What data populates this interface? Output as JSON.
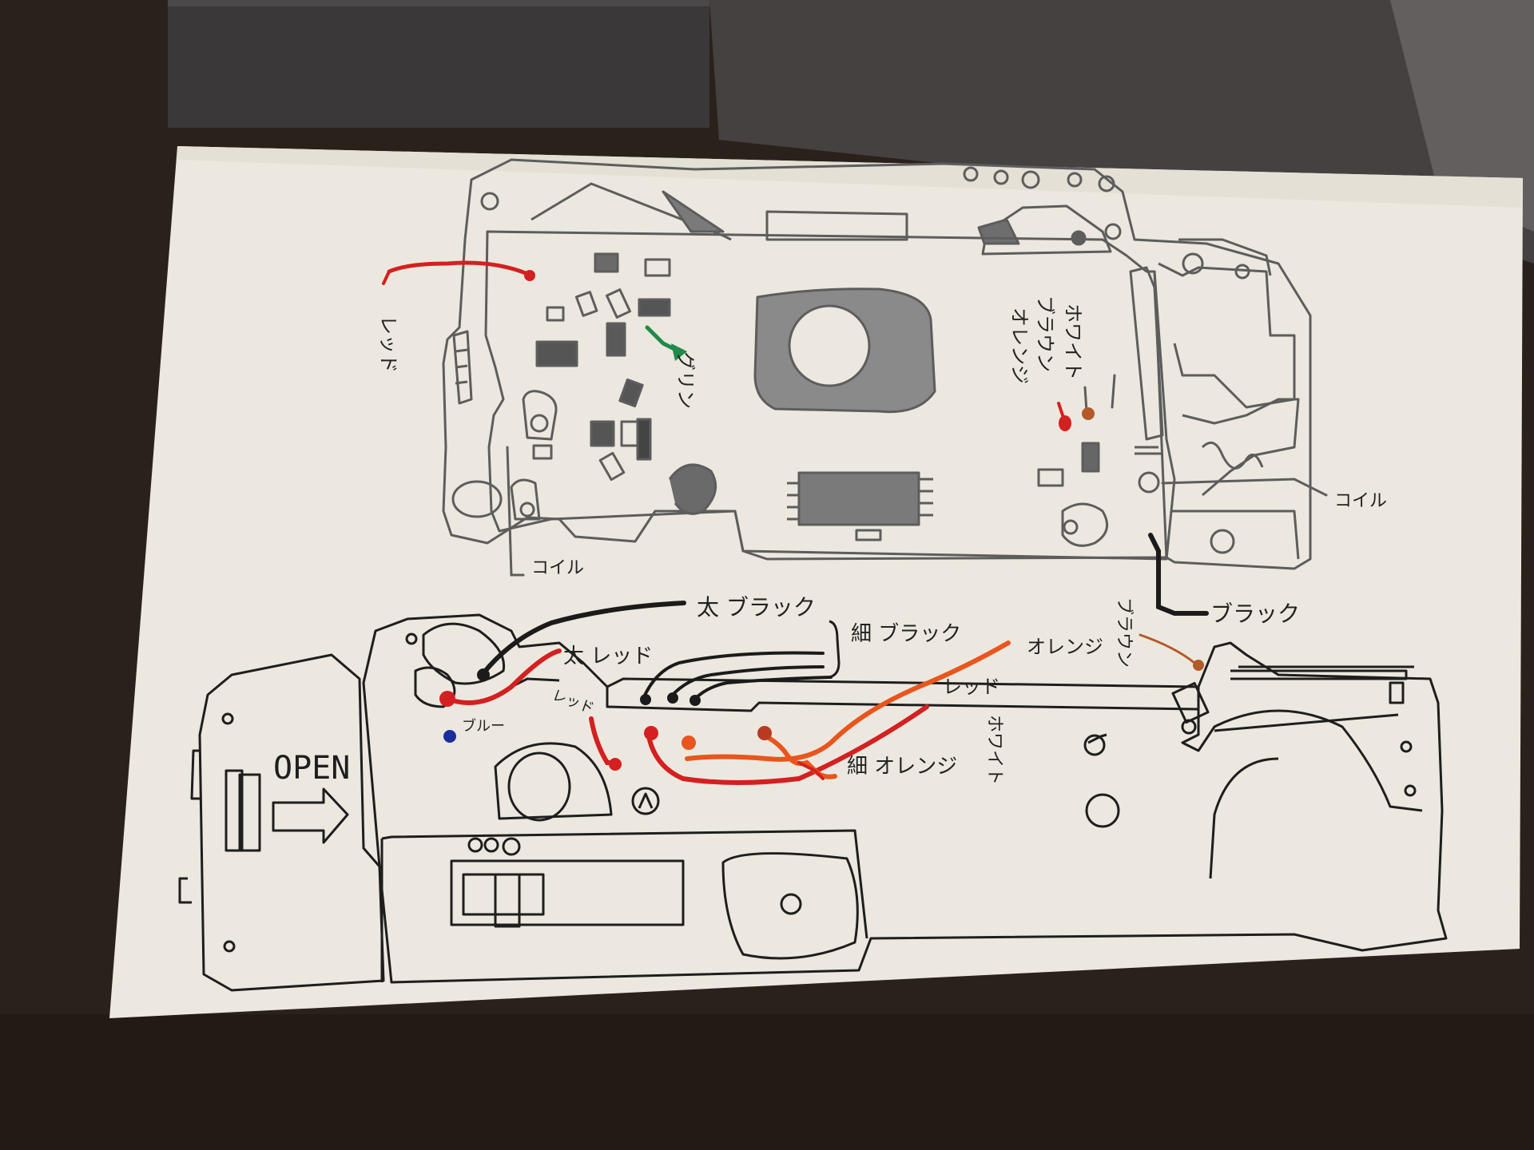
{
  "colors": {
    "desk": "#2b211b",
    "paper": "#ece8df",
    "pencil": "#5d5d5d",
    "pen": "#1e1e1e",
    "red": "#d42020",
    "orange": "#e8561e",
    "green": "#1f8a4a",
    "blue": "#1a2f9c",
    "brown": "#b35a2a",
    "black_wire": "#1b1b1b"
  },
  "top_diagram": {
    "red_label": "レッド",
    "green_label": "グリン",
    "orange_label": "オレンジ",
    "brown_label": "ブラウン",
    "white_label": "ホワイト",
    "coil_right": "コイル",
    "coil_bottom": "コイル",
    "black_label": "ブラック"
  },
  "bottom_diagram": {
    "open_label": "OPEN",
    "thick_black": "太 ブラック",
    "thick_red": "太 レッド",
    "thin_black": "細 ブラック",
    "orange": "オレンジ",
    "red_right": "レッド",
    "red_small": "レッド",
    "blue": "ブルー",
    "thin_orange": "細 オレンジ",
    "white": "ホワイト",
    "brown": "ブラウン"
  }
}
